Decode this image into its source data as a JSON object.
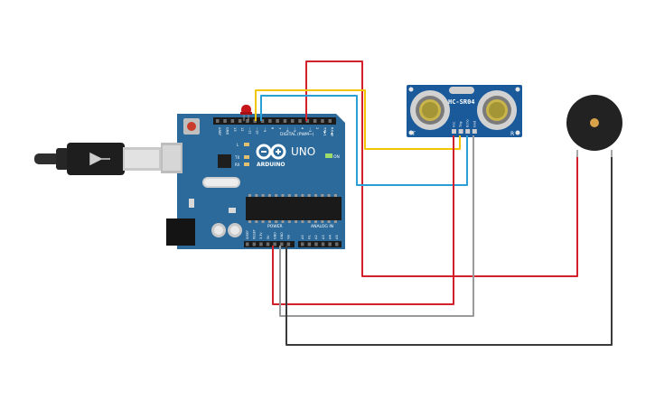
{
  "board": {
    "brand": "ARDUINO",
    "model": "UNO",
    "on_label": "ON",
    "digital_label": "DIGITAL (PWM~)",
    "power_label": "POWER",
    "analog_label": "ANALOG IN",
    "led_l": "L",
    "led_tx": "TX",
    "led_rx": "RX",
    "top_pins": [
      "AREF",
      "GND",
      "13",
      "12",
      "~11",
      "~10",
      "~9",
      "8",
      "7",
      "~6",
      "~5",
      "4",
      "~3",
      "2",
      "TX▶1",
      "RX◀0"
    ],
    "power_pins": [
      "IOREF",
      "RESET",
      "3.3V",
      "5V",
      "GND",
      "GND",
      "Vin"
    ],
    "analog_pins": [
      "A0",
      "A1",
      "A2",
      "A3",
      "A4",
      "A5"
    ]
  },
  "sensor": {
    "model": "HC-SR04",
    "pins": [
      "Vcc",
      "Trig",
      "Echo",
      "Gnd"
    ],
    "left_mark": "T",
    "right_mark": "R"
  },
  "colors": {
    "board": "#2b6a9b",
    "board_dark": "#1f5179",
    "sensor": "#1a5a9a",
    "wire_red": "#d4202a",
    "wire_yellow": "#f2c500",
    "wire_blue": "#2a9fd6",
    "wire_gray": "#9a9a9a",
    "wire_black": "#3a3a3a",
    "buzzer": "#222222",
    "buzzer_center": "#d8a24a"
  }
}
